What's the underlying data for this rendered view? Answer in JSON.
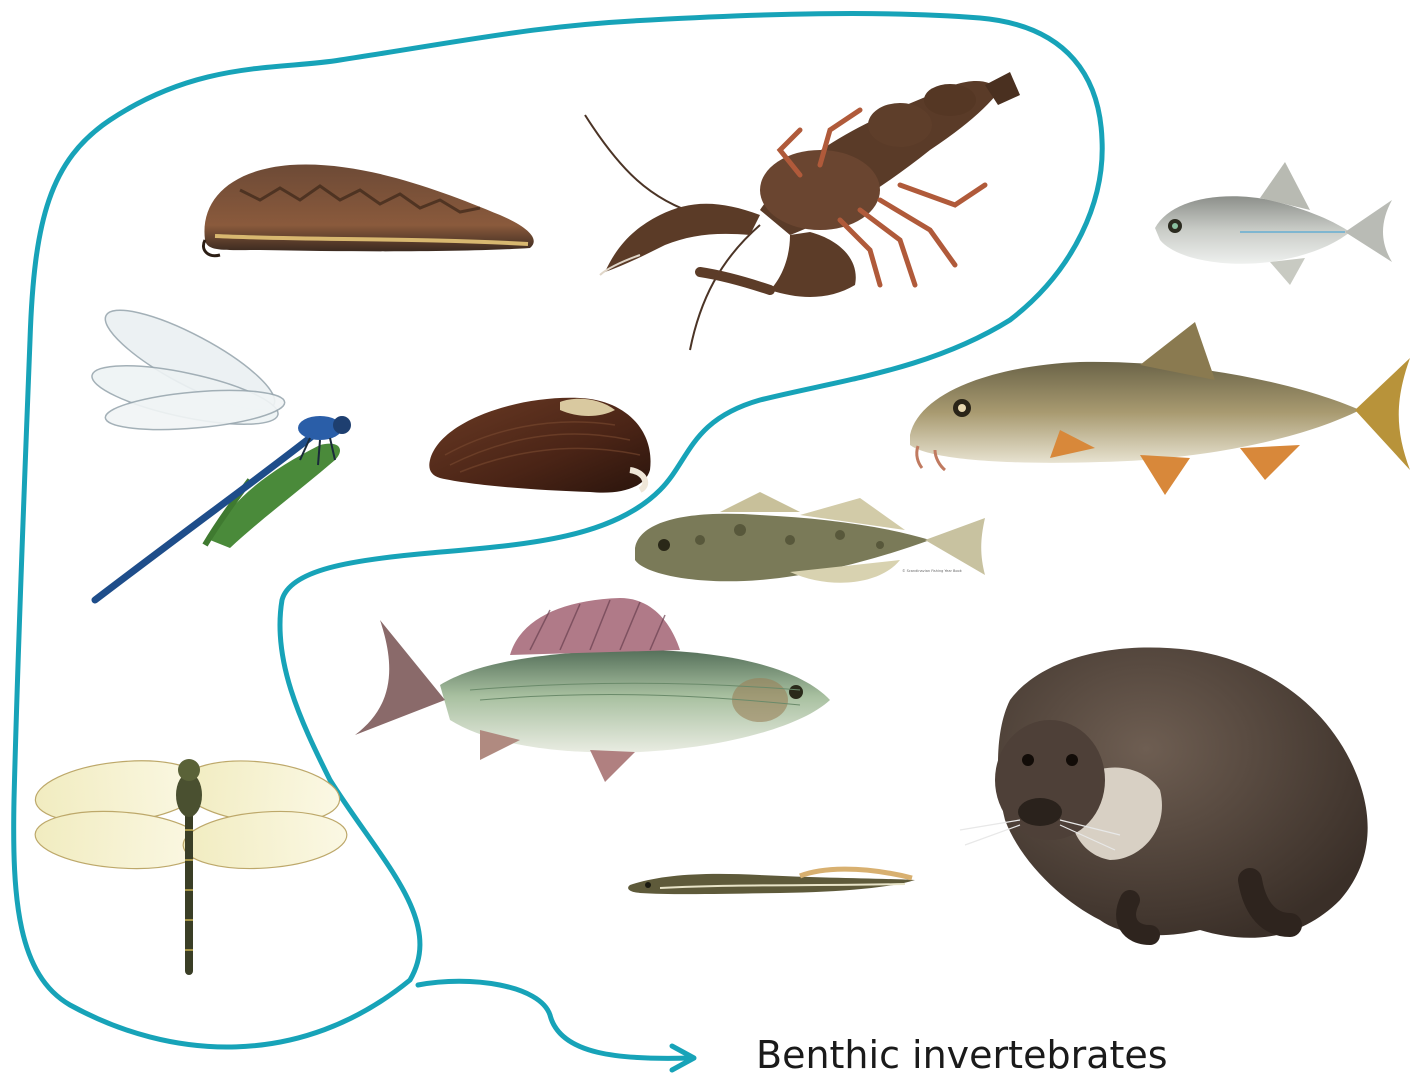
{
  "caption": "Benthic invertebrates",
  "copyright": "© Scandinavian Fishing Year Book",
  "colors": {
    "outline": "#17a3b8",
    "background": "#ffffff"
  },
  "organisms": [
    {
      "name": "leech",
      "group": "benthic invertebrate"
    },
    {
      "name": "crayfish",
      "group": "benthic invertebrate"
    },
    {
      "name": "damselfly",
      "group": "benthic invertebrate"
    },
    {
      "name": "freshwater mussel",
      "group": "benthic invertebrate"
    },
    {
      "name": "dragonfly",
      "group": "benthic invertebrate"
    },
    {
      "name": "bitterling",
      "group": "fish"
    },
    {
      "name": "barbel",
      "group": "fish"
    },
    {
      "name": "bullhead",
      "group": "fish"
    },
    {
      "name": "grayling",
      "group": "fish"
    },
    {
      "name": "lamprey",
      "group": "fish"
    },
    {
      "name": "otter",
      "group": "mammal"
    }
  ]
}
